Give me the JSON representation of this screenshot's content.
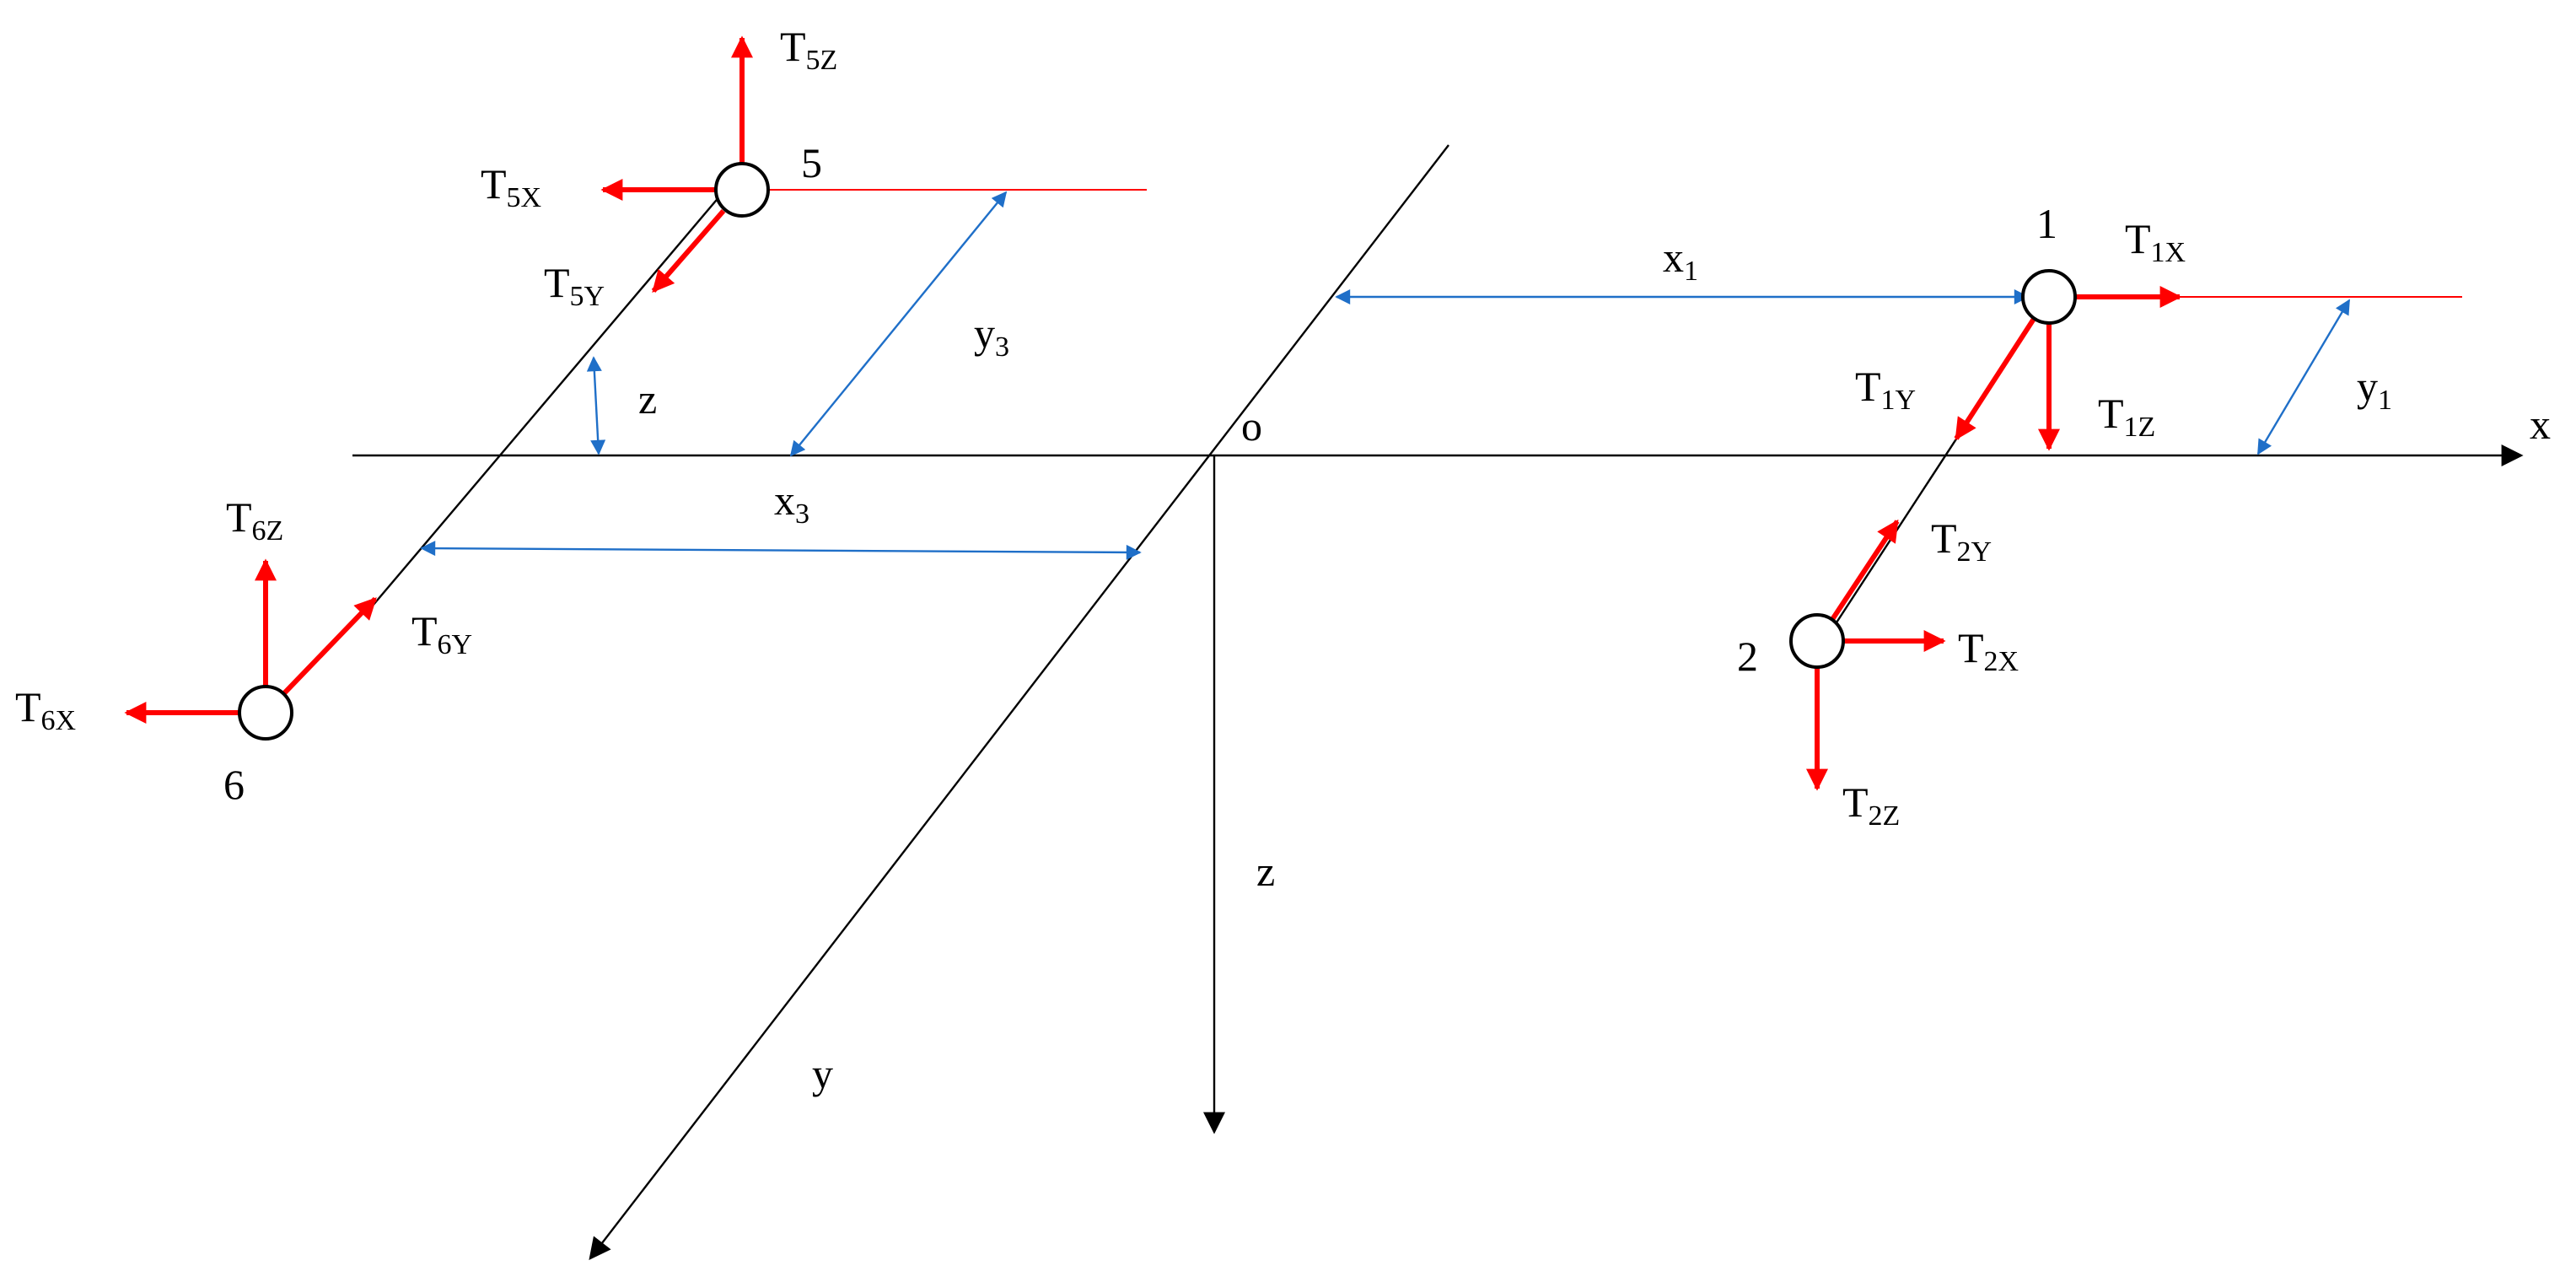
{
  "axes": {
    "x": "x",
    "y": "y",
    "z": "z",
    "origin": "o"
  },
  "nodes": {
    "n1": "1",
    "n2": "2",
    "n5": "5",
    "n6": "6"
  },
  "forces": {
    "T1X": {
      "main": "T",
      "sub": "1X"
    },
    "T1Y": {
      "main": "T",
      "sub": "1Y"
    },
    "T1Z": {
      "main": "T",
      "sub": "1Z"
    },
    "T2X": {
      "main": "T",
      "sub": "2X"
    },
    "T2Y": {
      "main": "T",
      "sub": "2Y"
    },
    "T2Z": {
      "main": "T",
      "sub": "2Z"
    },
    "T5X": {
      "main": "T",
      "sub": "5X"
    },
    "T5Y": {
      "main": "T",
      "sub": "5Y"
    },
    "T5Z": {
      "main": "T",
      "sub": "5Z"
    },
    "T6X": {
      "main": "T",
      "sub": "6X"
    },
    "T6Y": {
      "main": "T",
      "sub": "6Y"
    },
    "T6Z": {
      "main": "T",
      "sub": "6Z"
    }
  },
  "dimensions": {
    "x1": {
      "main": "x",
      "sub": "1"
    },
    "y1": {
      "main": "y",
      "sub": "1"
    },
    "x3": {
      "main": "x",
      "sub": "3"
    },
    "y3": {
      "main": "y",
      "sub": "3"
    },
    "z": "z"
  },
  "colors": {
    "force": "#ff0000",
    "dimension": "#1f6fc8",
    "axis": "#000000"
  }
}
